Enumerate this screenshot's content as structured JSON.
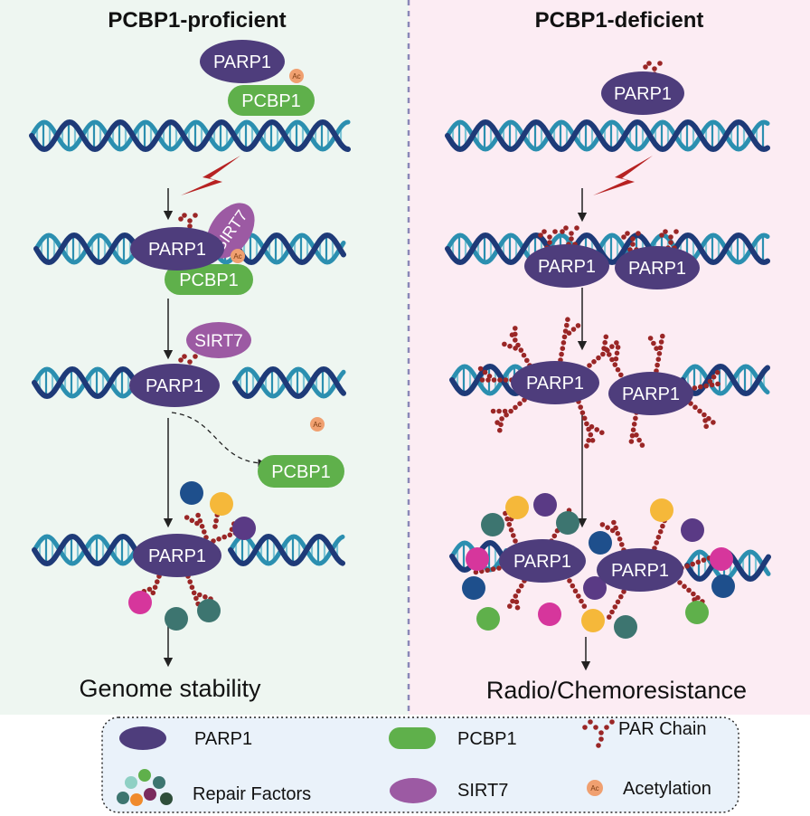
{
  "panels": {
    "left_title": "PCBP1-proficient",
    "right_title": "PCBP1-deficient"
  },
  "labels": {
    "parp1": "PARP1",
    "pcbp1": "PCBP1",
    "sirt7": "SIRT7",
    "ac": "Ac"
  },
  "outcomes": {
    "left": "Genome stability",
    "right": "Radio/Chemoresistance"
  },
  "legend": {
    "parp1": "PARP1",
    "pcbp1": "PCBP1",
    "par_chain": "PAR Chain",
    "repair_factors": "Repair Factors",
    "sirt7": "SIRT7",
    "acetylation": "Acetylation"
  },
  "colors": {
    "left_bg": "#eef6f1",
    "right_bg": "#fcecf3",
    "parp1": "#4e3d7c",
    "pcbp1": "#5fb04b",
    "sirt7": "#9c5aa3",
    "par_chain": "#9a2626",
    "acetylation": "#f0a070",
    "dna_dark": "#1e3a78",
    "dna_light": "#2b8fb0",
    "lightning": "#b72222",
    "repair_blue": "#1e4f8c",
    "repair_yellow": "#f5b83a",
    "repair_purple": "#5a3a85",
    "repair_magenta": "#d6369c",
    "repair_teal": "#3d7570",
    "repair_green": "#5fb04b"
  }
}
